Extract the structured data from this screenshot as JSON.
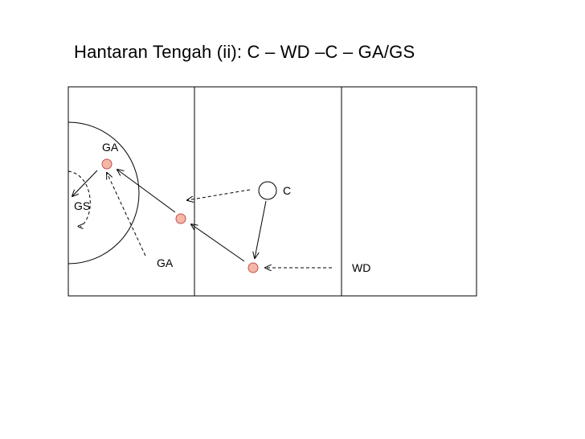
{
  "title": "Hantaran Tengah (ii): C – WD –C – GA/GS",
  "labels": {
    "ga_top": "GA",
    "gs": "GS",
    "c": "C",
    "ga_bottom": "GA",
    "wd": "WD",
    "gs_arrow_glyph": "<"
  },
  "colors": {
    "player_fill": "#f4b8a8",
    "player_stroke": "#c0504d",
    "line": "#000000"
  }
}
